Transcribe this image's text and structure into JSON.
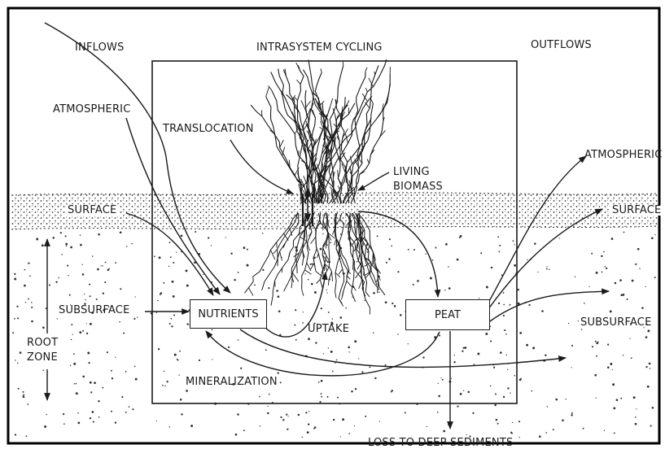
{
  "headers": {
    "inflows": "INFLOWS",
    "intrasystem": "INTRASYSTEM CYCLING",
    "outflows": "OUTFLOWS"
  },
  "inflows": {
    "atmospheric": "ATMOSPHERIC",
    "surface": "SURFACE",
    "subsurface": "SUBSURFACE"
  },
  "cycling": {
    "translocation": "TRANSLOCATION",
    "living_biomass_1": "LIVING",
    "living_biomass_2": "BIOMASS",
    "uptake": "UPTAKE",
    "mineralization": "MINERALIZATION"
  },
  "pools": {
    "nutrients": "NUTRIENTS",
    "peat": "PEAT"
  },
  "outflows": {
    "atmospheric": "ATMOSPHERIC",
    "surface": "SURFACE",
    "subsurface": "SUBSURFACE",
    "deep": "LOSS TO DEEP SEDIMENTS"
  },
  "root_zone": {
    "line1": "ROOT",
    "line2": "ZONE"
  }
}
